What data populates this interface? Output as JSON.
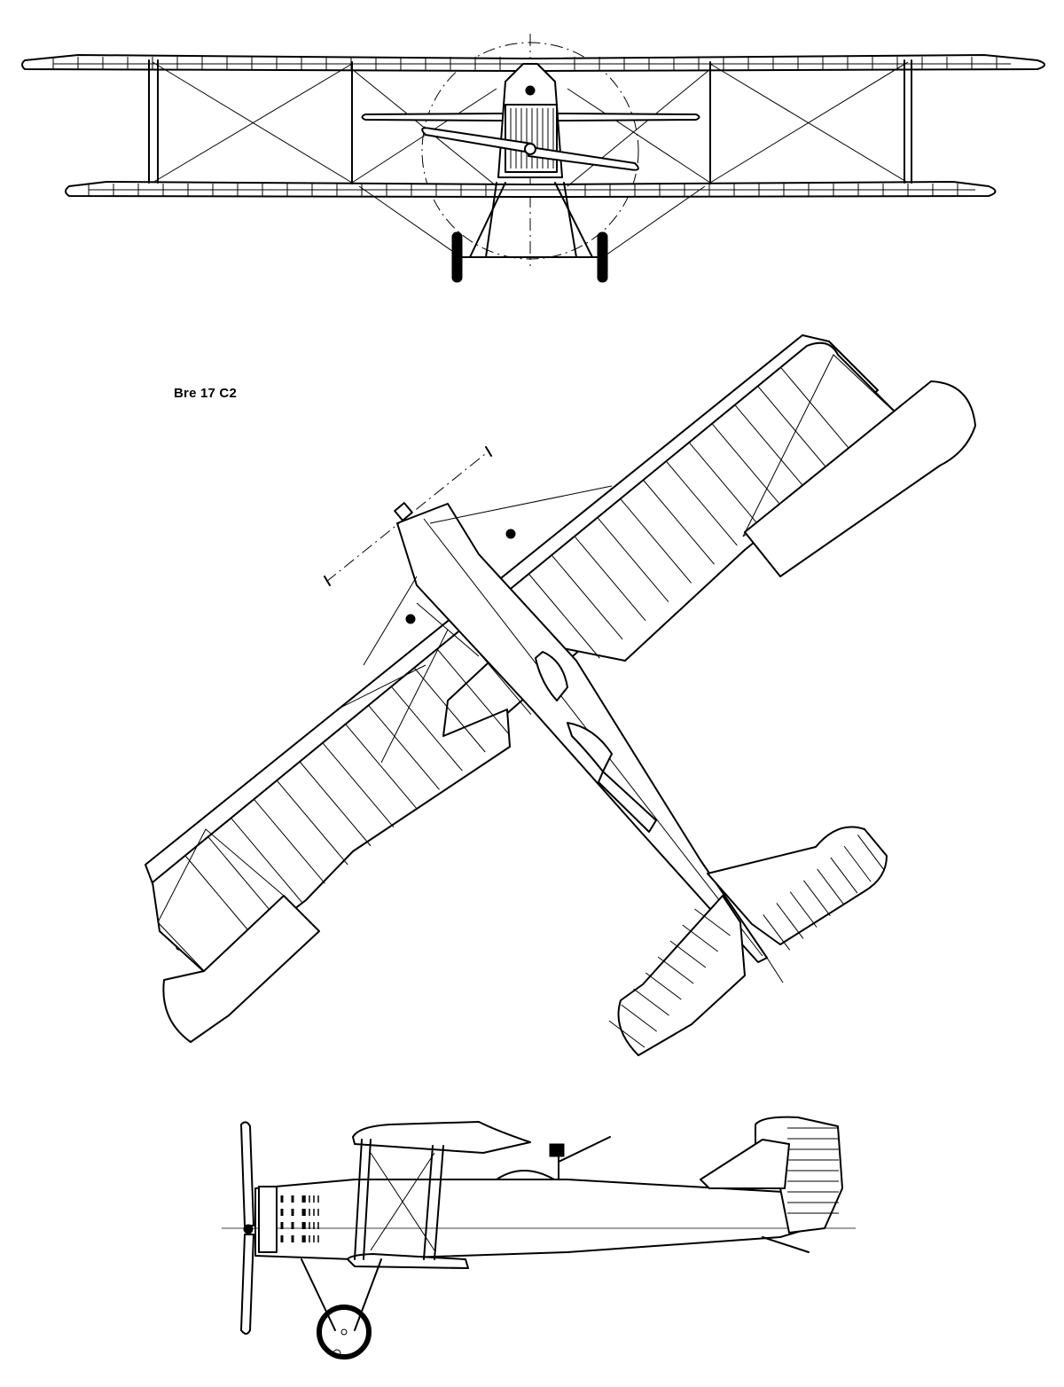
{
  "drawing": {
    "designation": "Bre 17 C2",
    "views": [
      "front-view",
      "plan-view",
      "side-view"
    ],
    "colors": {
      "ink": "#000000",
      "paper": "#ffffff"
    }
  }
}
